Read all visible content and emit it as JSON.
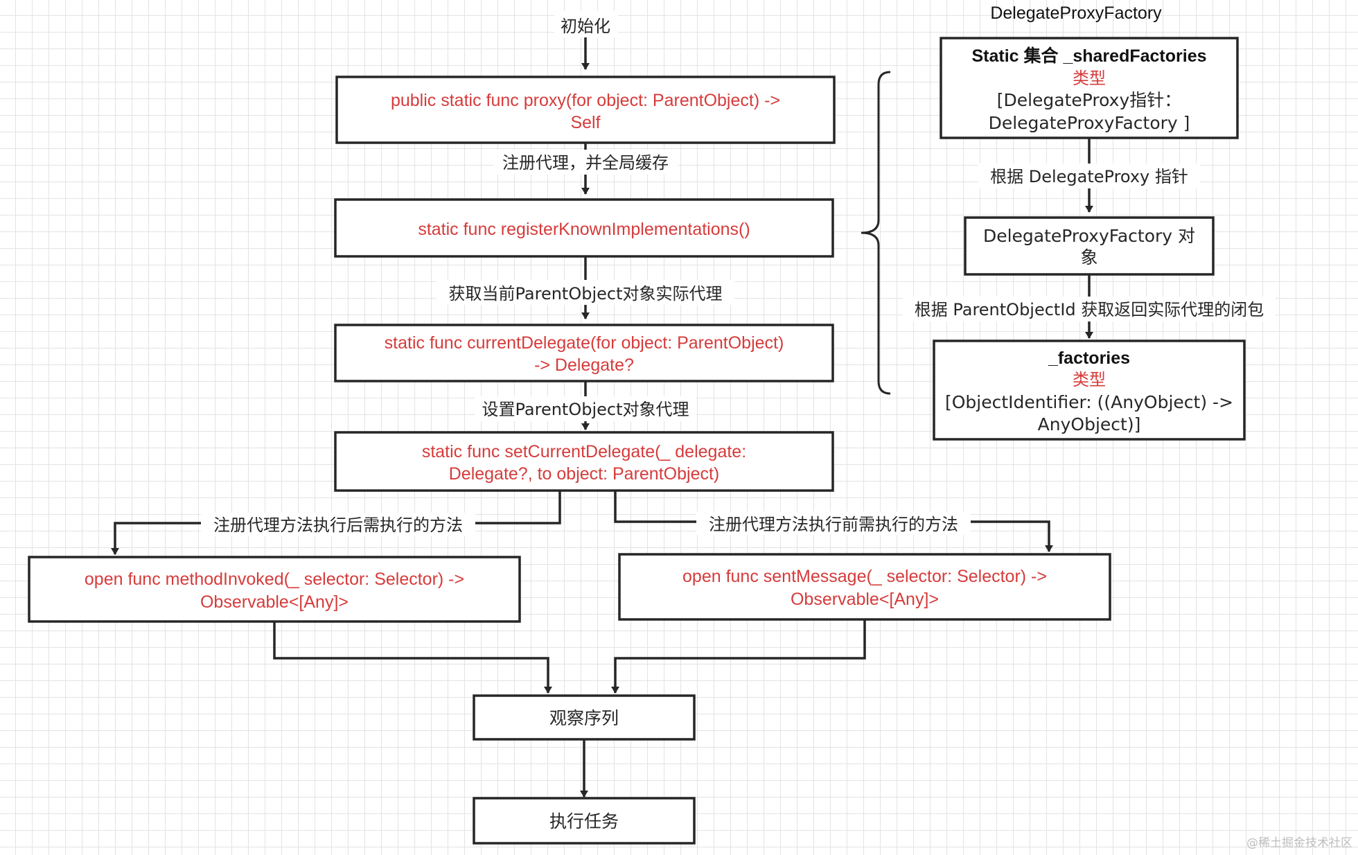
{
  "nodes": {
    "proxy": [
      "public static func proxy(for object: ParentObject) ->",
      "Self"
    ],
    "register": [
      "static func registerKnownImplementations()"
    ],
    "current_delegate": [
      "static func currentDelegate(for object: ParentObject)",
      "-> Delegate?"
    ],
    "set_current_delegate": [
      "static func setCurrentDelegate(_ delegate:",
      "Delegate?, to object: ParentObject)"
    ],
    "method_invoked": [
      "open func methodInvoked(_ selector: Selector) ->",
      "Observable<[Any]>"
    ],
    "sent_message": [
      "open func sentMessage(_ selector: Selector) ->",
      "Observable<[Any]>"
    ],
    "observable_sequence": [
      "观察序列"
    ],
    "execute_task": [
      "执行任务"
    ]
  },
  "edge_labels": {
    "init": "初始化",
    "register_cache": "注册代理，并全局缓存",
    "get_current": "获取当前ParentObject对象实际代理",
    "set_proxy": "设置ParentObject对象代理",
    "after_exec": "注册代理方法执行后需执行的方法",
    "before_exec": "注册代理方法执行前需执行的方法"
  },
  "factory_panel": {
    "title": "DelegateProxyFactory",
    "shared_factories": {
      "heading": "Static 集合 _sharedFactories",
      "type_label": "类型",
      "type_lines": [
        "[DelegateProxy指针：",
        "DelegateProxyFactory ]"
      ]
    },
    "edge_by_pointer": "根据 DelegateProxy 指针",
    "factory_object": [
      "DelegateProxyFactory 对",
      "象"
    ],
    "edge_by_id": "根据 ParentObjectId 获取返回实际代理的闭包",
    "factories": {
      "heading": "_factories",
      "type_label": "类型",
      "type_lines": [
        "[ObjectIdentifier: ((AnyObject) ->",
        "AnyObject)]"
      ]
    }
  },
  "watermark": "@稀土掘金技术社区",
  "colors": {
    "code_red": "#d63b3b",
    "stroke": "#262626",
    "grid": "#e3e3e3"
  }
}
